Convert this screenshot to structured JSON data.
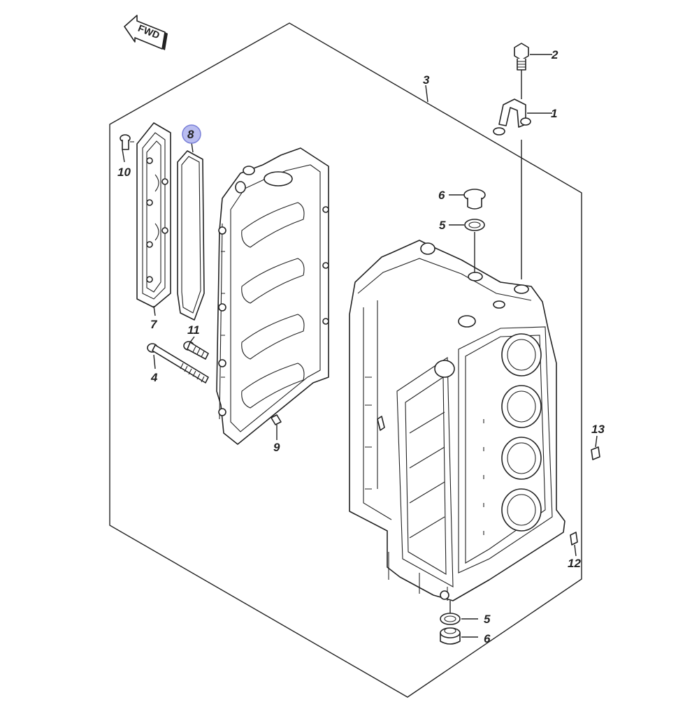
{
  "direction_arrow": {
    "label": "FWD"
  },
  "callouts": [
    {
      "id": "c1",
      "number": "1"
    },
    {
      "id": "c2",
      "number": "2"
    },
    {
      "id": "c3",
      "number": "3"
    },
    {
      "id": "c4",
      "number": "4"
    },
    {
      "id": "c5a",
      "number": "5"
    },
    {
      "id": "c5b",
      "number": "5"
    },
    {
      "id": "c6a",
      "number": "6"
    },
    {
      "id": "c6b",
      "number": "6"
    },
    {
      "id": "c7",
      "number": "7"
    },
    {
      "id": "c8",
      "number": "8",
      "highlighted": true
    },
    {
      "id": "c9",
      "number": "9"
    },
    {
      "id": "c10",
      "number": "10"
    },
    {
      "id": "c11",
      "number": "11"
    },
    {
      "id": "c12",
      "number": "12"
    },
    {
      "id": "c13",
      "number": "13"
    }
  ],
  "colors": {
    "line": "#222222",
    "highlight_fill": "#b9bdf0",
    "highlight_stroke": "#7a80d8"
  }
}
